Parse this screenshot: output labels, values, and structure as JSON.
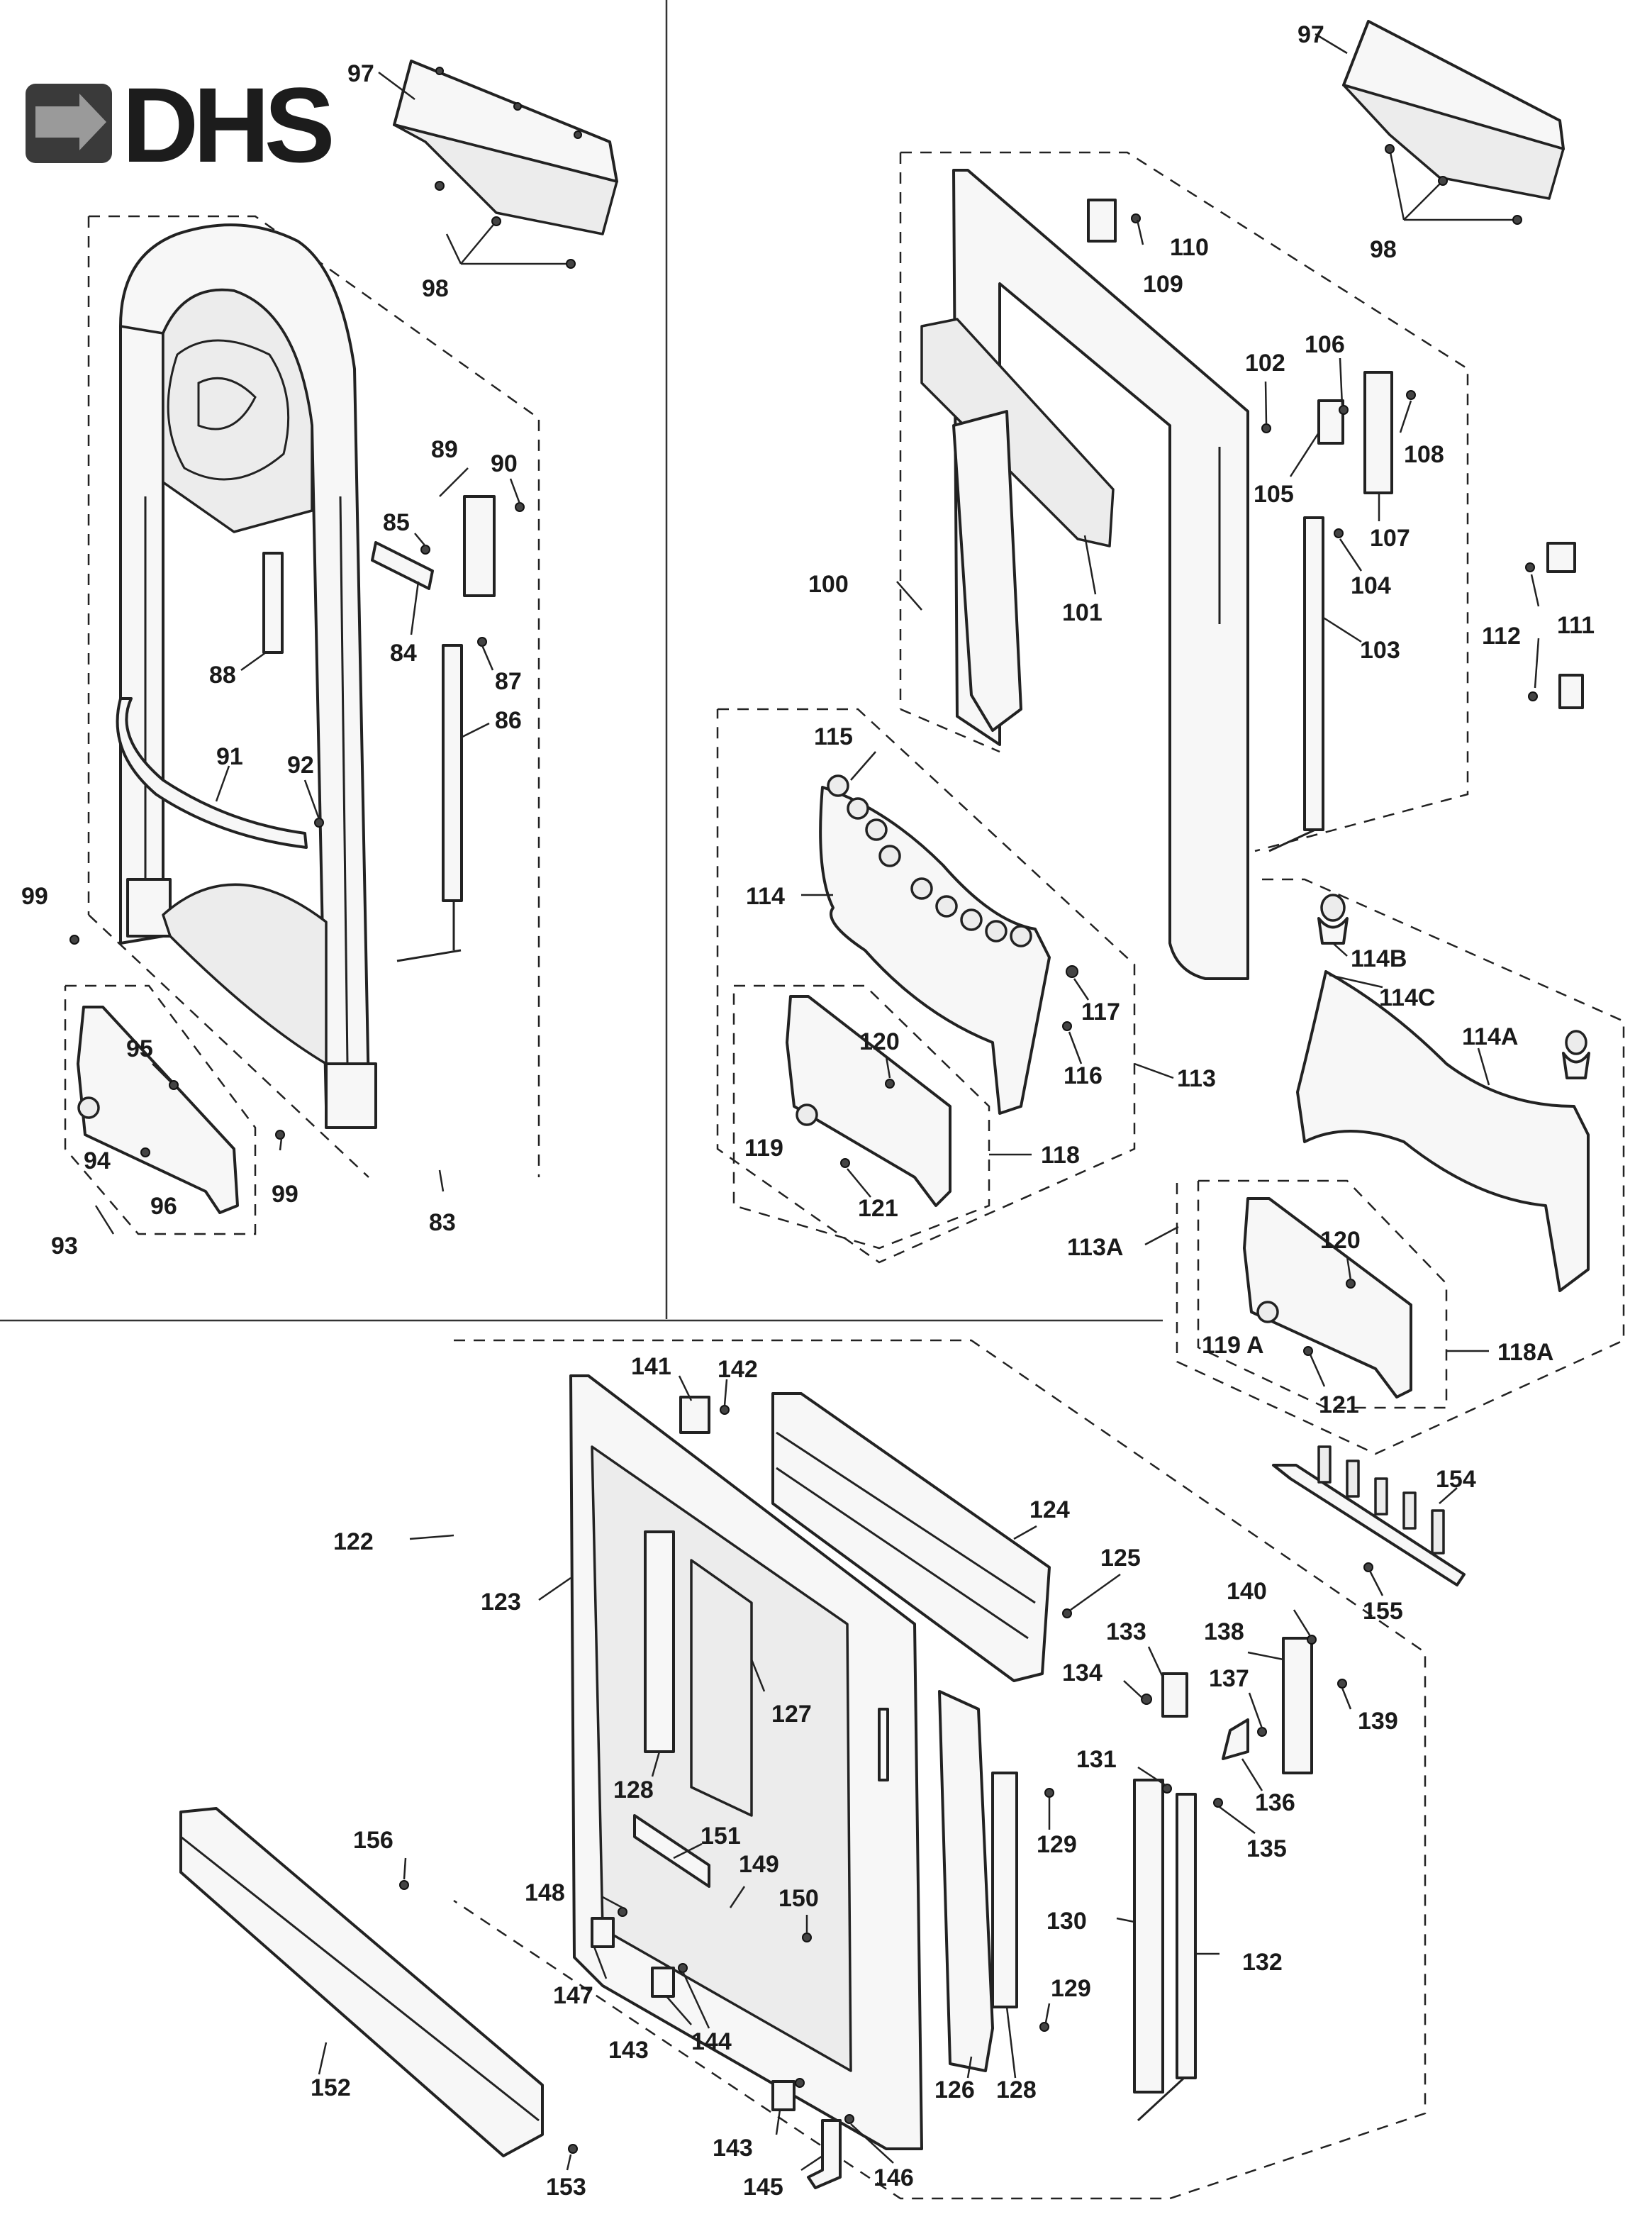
{
  "brand": {
    "name": "DHS",
    "colors": {
      "logo_text": "#1c1c1c",
      "logo_mark": "#3a3a3a",
      "line": "#222222"
    }
  },
  "labels": {
    "l97a": "97",
    "l98a": "98",
    "l89": "89",
    "l90": "90",
    "l85": "85",
    "l84": "84",
    "l88": "88",
    "l87": "87",
    "l86": "86",
    "l91": "91",
    "l92": "92",
    "l99a": "99",
    "l95": "95",
    "l94": "94",
    "l96": "96",
    "l99b": "99",
    "l93": "93",
    "l83": "83",
    "l97b": "97",
    "l98b": "98",
    "l110": "110",
    "l109": "109",
    "l102": "102",
    "l106": "106",
    "l108": "108",
    "l105": "105",
    "l107": "107",
    "l104": "104",
    "l100": "100",
    "l101": "101",
    "l103": "103",
    "l112": "112",
    "l111": "111",
    "l115": "115",
    "l114": "114",
    "l117": "117",
    "l116": "116",
    "l113": "113",
    "l120a": "120",
    "l119": "119",
    "l118": "118",
    "l121a": "121",
    "l114B": "114B",
    "l114C": "114C",
    "l114A": "114A",
    "l113A": "113A",
    "l120b": "120",
    "l119A": "119 A",
    "l118A": "118A",
    "l121b": "121",
    "l141": "141",
    "l142": "142",
    "l124": "124",
    "l122": "122",
    "l123": "123",
    "l125": "125",
    "l154": "154",
    "l155": "155",
    "l140": "140",
    "l133": "133",
    "l138": "138",
    "l134": "134",
    "l137": "137",
    "l139": "139",
    "l127": "127",
    "l131": "131",
    "l136": "136",
    "l128a": "128",
    "l129a": "129",
    "l135": "135",
    "l151": "151",
    "l149": "149",
    "l156": "156",
    "l148": "148",
    "l150": "150",
    "l130": "130",
    "l132": "132",
    "l147": "147",
    "l129b": "129",
    "l143a": "143",
    "l144": "144",
    "l152": "152",
    "l126": "126",
    "l128b": "128",
    "l143b": "143",
    "l146": "146",
    "l153": "153",
    "l145": "145"
  }
}
